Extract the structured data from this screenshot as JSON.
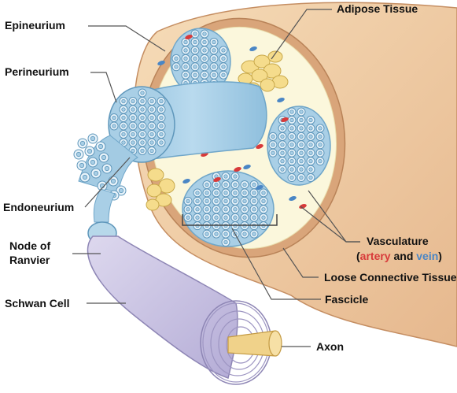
{
  "labels": {
    "epineurium": "Epineurium",
    "adipose_tissue": "Adipose Tissue",
    "perineurium": "Perineurium",
    "endoneurium": "Endoneurium",
    "node_of_ranvier_line1": "Node of",
    "node_of_ranvier_line2": "Ranvier",
    "schwann_cell": "Schwan Cell",
    "vasculature": "Vasculature",
    "vasculature_open": "(",
    "artery": "artery",
    "and": " and ",
    "vein": "vein",
    "vasculature_close": ")",
    "loose_connective_tissue": "Loose Connective Tissue",
    "fascicle": "Fascicle",
    "axon": "Axon"
  },
  "colors": {
    "outer_sheath": "#f3cfa4",
    "outer_sheath_dark": "#dba77a",
    "inner_tissue": "#fbf7dc",
    "fascicle_fill": "#a9cfe6",
    "fascicle_edge": "#6fa6c9",
    "axon_ring": "#e8f3fa",
    "adipose": "#f5dc8c",
    "adipose_edge": "#c8a84a",
    "schwann": "#c9c3e0",
    "schwann_edge": "#8e86b5",
    "axon_core": "#f0d28a",
    "artery": "#d83a3a",
    "vein": "#4a86c5",
    "leader_line": "#555555"
  }
}
